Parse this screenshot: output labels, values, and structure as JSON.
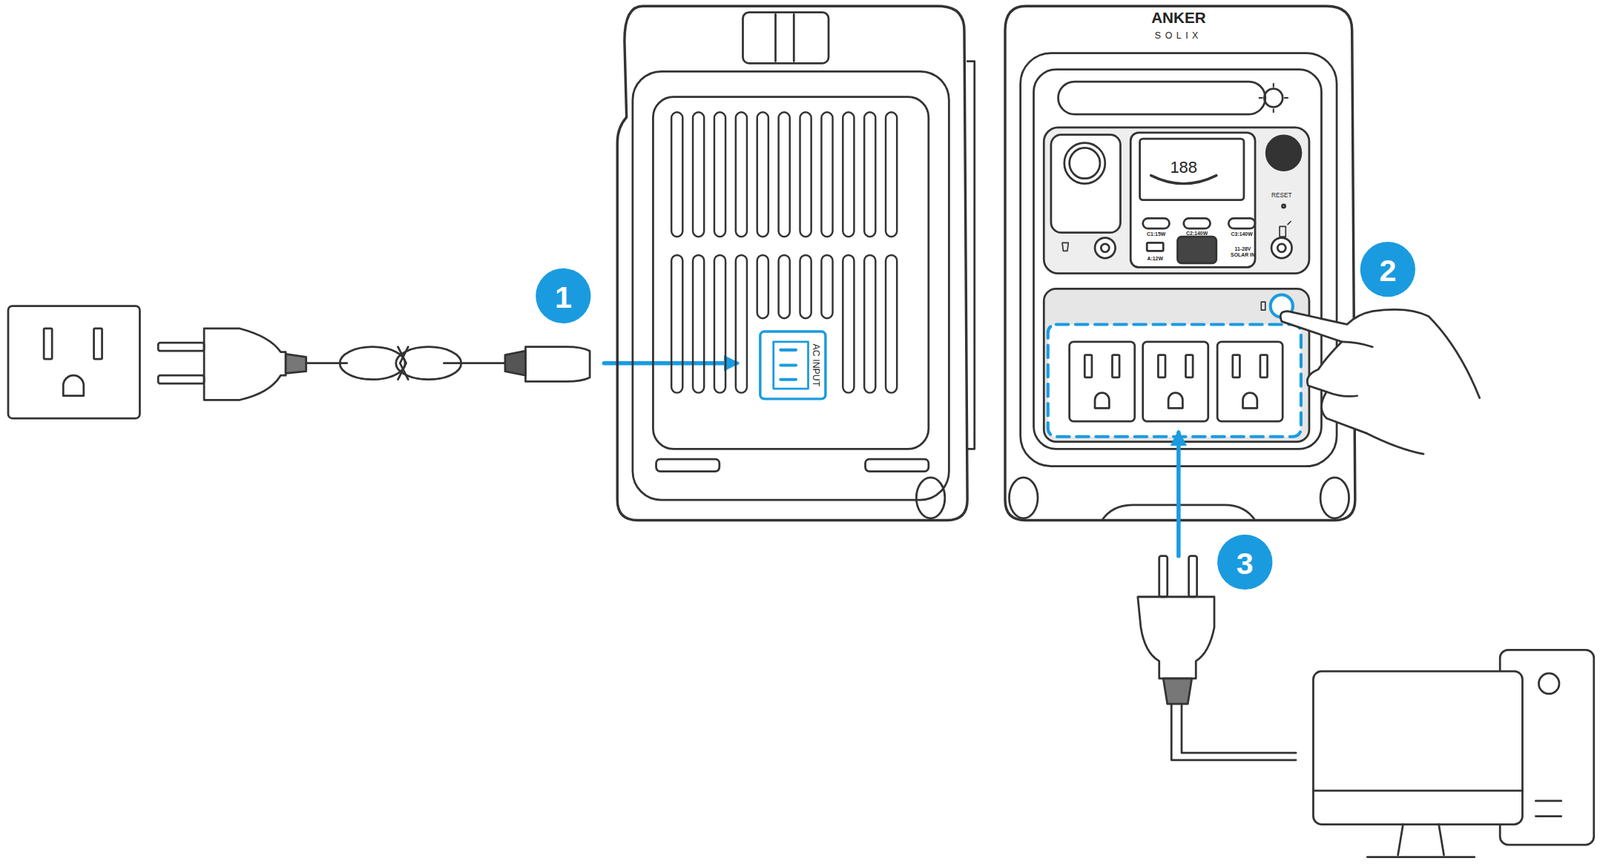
{
  "diagram": {
    "labels": [
      "ANKER",
      "SOLIX",
      "RESET",
      "C1:15W",
      "C2:140W",
      "C3:140W",
      "A:12W",
      "11-28V SOLAR IN",
      "188",
      "AC INPUT",
      "1",
      "2",
      "3"
    ]
  }
}
